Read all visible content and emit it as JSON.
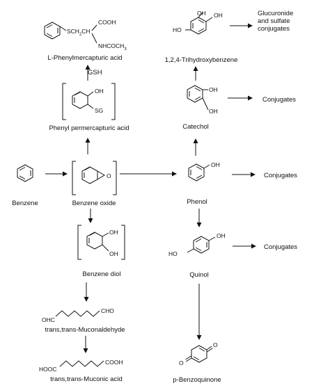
{
  "compounds": {
    "benzene": "Benzene",
    "benzene_oxide": "Benzene oxide",
    "phenol": "Phenol",
    "benzene_diol": "Benzene diol",
    "muconaldehyde": "trans,trans-Muconaldehyde",
    "muconic_acid": "trans,trans-Muconic acid",
    "quinol": "Quinol",
    "benzoquinone": "p-Benzoquinone",
    "catechol": "Catechol",
    "trihydroxybenzene": "1,2,4-Trihydroxybenzene",
    "phenyl_premercapturic": "Phenyl permercapturic acid",
    "phenylmercapturic": "L-Phenylmercapturic acid"
  },
  "reagents": {
    "gsh": "GSH"
  },
  "products": {
    "conjugates": "Conjugates",
    "glucuronide_line1": "Glucuronide",
    "glucuronide_line2": "and sulfate",
    "glucuronide_line3": "conjugates"
  },
  "atoms": {
    "oh": "OH",
    "ho": "HO",
    "o": "O",
    "sg": "SG",
    "cooh": "COOH",
    "hooc": "HOOC",
    "cho": "CHO",
    "ohc": "OHC",
    "sch2": "SCH",
    "ch": "CH",
    "nhcoch": "NHCOCH",
    "sub2": "2",
    "sub3": "3"
  }
}
